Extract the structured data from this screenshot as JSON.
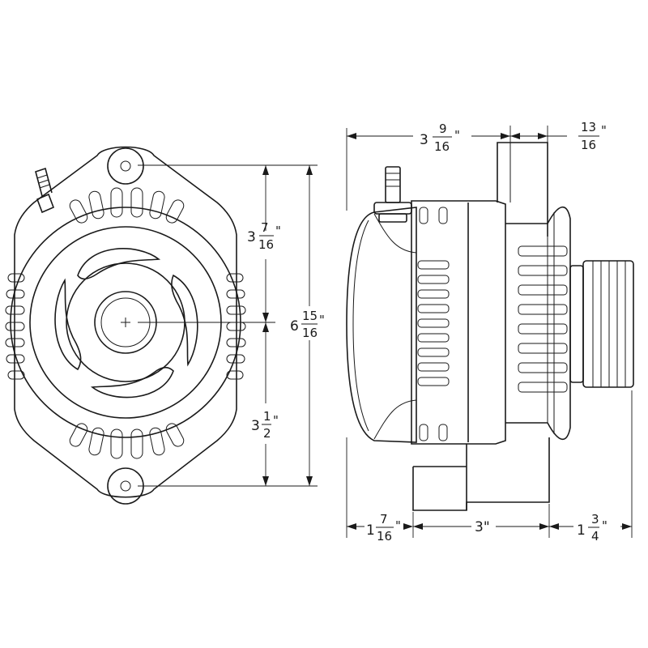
{
  "dimensions": {
    "top_to_center": {
      "whole": "3",
      "num": "7",
      "den": "16",
      "unit": "\""
    },
    "overall_height": {
      "whole": "6",
      "num": "15",
      "den": "16",
      "unit": "\""
    },
    "center_to_bottom": {
      "whole": "3",
      "num": "1",
      "den": "2",
      "unit": "\""
    },
    "side_width": {
      "whole": "3",
      "num": "9",
      "den": "16",
      "unit": "\""
    },
    "ear_width": {
      "whole": "",
      "num": "13",
      "den": "16",
      "unit": "\""
    },
    "front_depth": {
      "whole": "1",
      "num": "7",
      "den": "16",
      "unit": "\""
    },
    "body_depth": {
      "text": "3\""
    },
    "pulley_depth": {
      "whole": "1",
      "num": "3",
      "den": "4",
      "unit": "\""
    }
  },
  "colors": {
    "line": "#1a1a1a",
    "background": "#ffffff"
  }
}
